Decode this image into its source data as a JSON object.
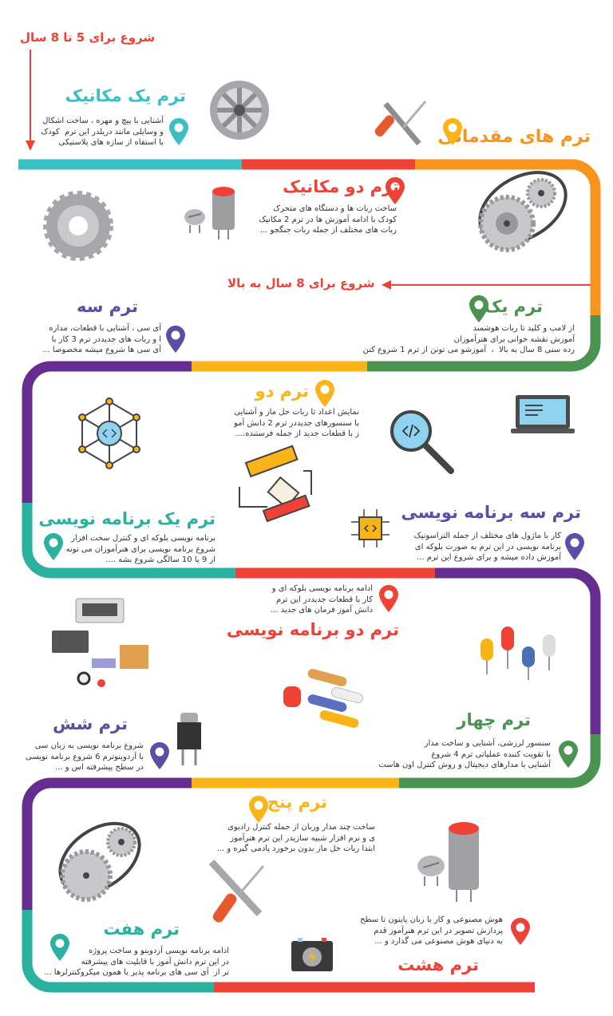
{
  "colors": {
    "teal": "#3bbfc4",
    "teal2": "#2bb19f",
    "red": "#ef4136",
    "orange": "#f7941d",
    "yellow": "#fbb417",
    "green": "#4a9350",
    "purple": "#662d91",
    "purple_title": "#5b4fa5"
  },
  "starts": {
    "age_5_8": "شروع برای 5 تا 8 سال",
    "age_8_up": "شروع برای 8 سال به بالا"
  },
  "intro": {
    "title": "ترم های مقدماتی"
  },
  "terms": [
    {
      "title": "ترم یک مکانیک",
      "body": "آشنایی با پیچ و مهره ، ساخت اشکال\nو وسایلی مانند دریلدر این ترم  کودک\nبا استفاه از سازه های پلاستیکی"
    },
    {
      "title": "ترم دو مکانیک",
      "body": "ساخت ربات ها و دستگاه های متحرک\nکودک با ادامه آموزش ها در ترم 2 مکانیک\nربات های مختلف از جمله ربات جنگجو ..."
    },
    {
      "title": "ترم یک",
      "body": "از لامپ و کلید تا ربات هوشمند\nآموزش نقشه خوانی برای هنرآموزان\nرده سنی 8 سال به بالا  ،  آموزشو می تونن از ترم 1 شروع کنن"
    },
    {
      "title": "ترم سه",
      "body": "آی سی ، آشنایی با قطعات، مداره\nا و ربات های جدیددر ترم 3 کار با\nآی سی ها شروع میشه مخصوصا ..."
    },
    {
      "title": "ترم دو",
      "body": "نمایش اعداد تا ربات حل ماز و آشنایی\nبا سنسورهای جدیددر ترم 2 دانش آمو\nز با قطعات جدید از جمله فرستنده...."
    },
    {
      "title": "ترم یک برنامه نویسی",
      "body": "برنامه نویسی بلوکه ای و کنترل سخت افزار\nشروع برنامه نویسی برای هنرآموزان می تونه\nاز 9 یا 10 سالگی شروع بشه ...."
    },
    {
      "title": "ترم سه برنامه نویسی",
      "body": "کار با ماژول های مختلف از جمله التراسونیک\nبرنامه نویسی در این ترم به صورت بلوکه ای\nآموزش داده میشه و برای شروع این ترم ..."
    },
    {
      "title": "ترم دو برنامه نویسی",
      "body": "ادامه برنامه نویسی بلوکه ای و\nکار با قطعات جدیددر این ترم\nدانش آموز فرمان های جدید ..."
    },
    {
      "title": "ترم شش",
      "body": "شروع برنامه نویسی به زبان سی\nبا آردوینوترم 6 شروع برنامه نویسی\nدر سطح پیشرفته اس و ..."
    },
    {
      "title": "ترم چهار",
      "body": "سنسور لرزشی، آشنایی و ساخت مدار\nبا تقویت کننده عملیاتی ترم 4 شروع\nآشنایی با مدارهای دیجیتال و روش کنترل اون هاست"
    },
    {
      "title": "ترم پنج",
      "body": "ساخت چند مدار وربان از جمله کنترل رادیوی\nی و نرم افزار شبیه سازیدر این ترم هنرآموز\nابتدا ربات حل ماز بدون برخورد پادمی گیره و ..."
    },
    {
      "title": "ترم هفت",
      "body": "ادامه برنامه نویسی آردوینو و ساخت پروژه\nدر این ترم دانش آموز با قابلیت های پیشرفته\nتر از  آی سی های برنامه پذیر یا همون میکروکنترلرها ..."
    },
    {
      "title": "ترم هشت",
      "body": "هوش مصنوعی و کار با زبان پایتون تا سطح\nپردازش تصویر در این ترم هنرآموز قدم\nبه دنیای هوش مصنوعی می گذارد و ..."
    }
  ]
}
